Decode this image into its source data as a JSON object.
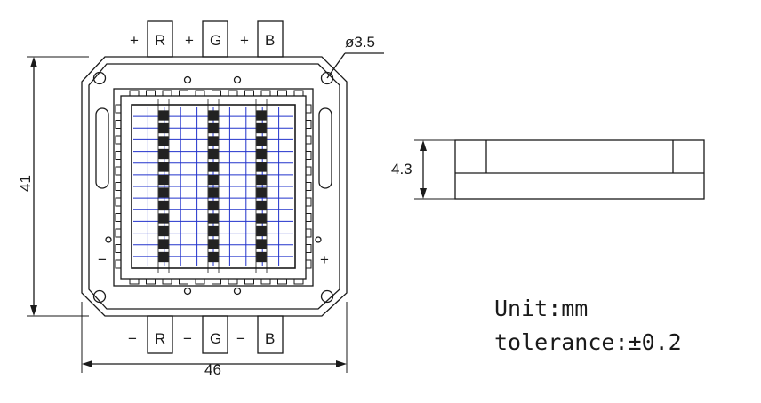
{
  "diagram": {
    "pads_top": [
      {
        "sign": "+",
        "letter": "R"
      },
      {
        "sign": "+",
        "letter": "G"
      },
      {
        "sign": "+",
        "letter": "B"
      }
    ],
    "pads_bottom": [
      {
        "sign": "−",
        "letter": "R"
      },
      {
        "sign": "−",
        "letter": "G"
      },
      {
        "sign": "−",
        "letter": "B"
      }
    ],
    "hole_label": "ø3.5",
    "height_label": "41",
    "width_label": "46",
    "thickness_label": "4.3",
    "side_minus": "−",
    "side_plus": "+",
    "unit_text": "Unit:mm",
    "tolerance_text": "tolerance:±0.2"
  },
  "colors": {
    "line": "#1a1a1a",
    "grid": "#2233cc",
    "chip": "#222222"
  }
}
